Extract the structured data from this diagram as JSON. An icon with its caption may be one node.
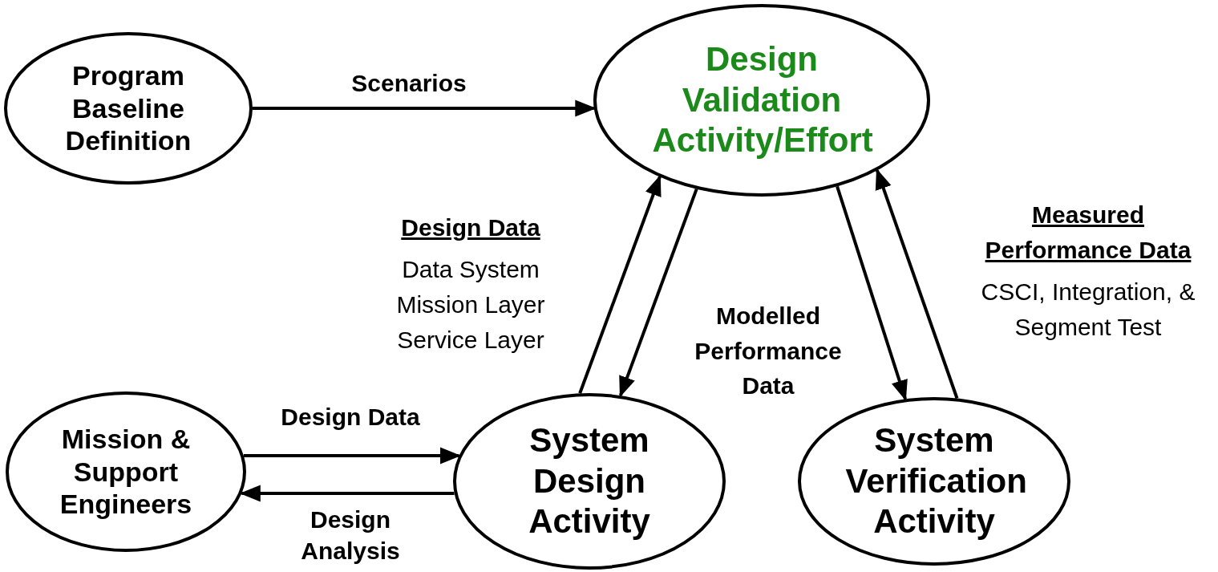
{
  "diagram": {
    "nodes": [
      {
        "text": [
          "Program Baseline Definition"
        ]
      },
      {
        "text": [
          "Design Validation Activity/Effort"
        ]
      },
      {
        "text": [
          "Mission & Support Engineers"
        ]
      },
      {
        "text": [
          "System Design Activity"
        ]
      },
      {
        "text": [
          "System Verification Activity"
        ]
      }
    ],
    "edges": [
      {
        "from": 0,
        "to": 1,
        "arrow": "to",
        "label": "Scenarios"
      },
      {
        "from": 3,
        "to": 1,
        "arrow": "to"
      },
      {
        "from": 1,
        "to": 3,
        "arrow": "to"
      },
      {
        "from": 1,
        "to": 4,
        "arrow": "to"
      },
      {
        "from": 4,
        "to": 1,
        "arrow": "to"
      },
      {
        "from": 2,
        "to": 3,
        "arrow": "to",
        "label": "Design Data"
      },
      {
        "from": 3,
        "to": 2,
        "arrow": "to",
        "label": "Design Analysis"
      }
    ],
    "labels": [
      "Design Data",
      "Data System",
      "Mission Layer",
      "Service Layer",
      "Modelled Performance Data",
      "Measured Performance Data",
      "CSCI, Integration, & Segment Test"
    ]
  }
}
